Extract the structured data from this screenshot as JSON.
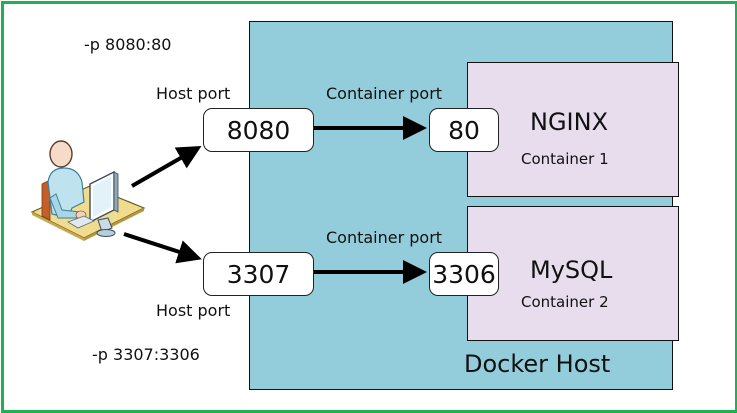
{
  "diagram": {
    "border_color": "#1db152",
    "docker_host": {
      "label": "Docker Host",
      "color": "#93cddb"
    },
    "mappings": [
      {
        "command": "-p 8080:80",
        "host_port_label": "Host port",
        "host_port": "8080",
        "container_port_label": "Container port",
        "container_port": "80",
        "container": {
          "name": "NGINX",
          "label": "Container 1"
        }
      },
      {
        "command": "-p 3307:3306",
        "host_port_label": "Host port",
        "host_port": "3307",
        "container_port_label": "Container port",
        "container_port": "3306",
        "container": {
          "name": "MySQL",
          "label": "Container 2"
        }
      }
    ],
    "user_icon": "user-at-computer-icon",
    "container_color": "#e8dded"
  }
}
